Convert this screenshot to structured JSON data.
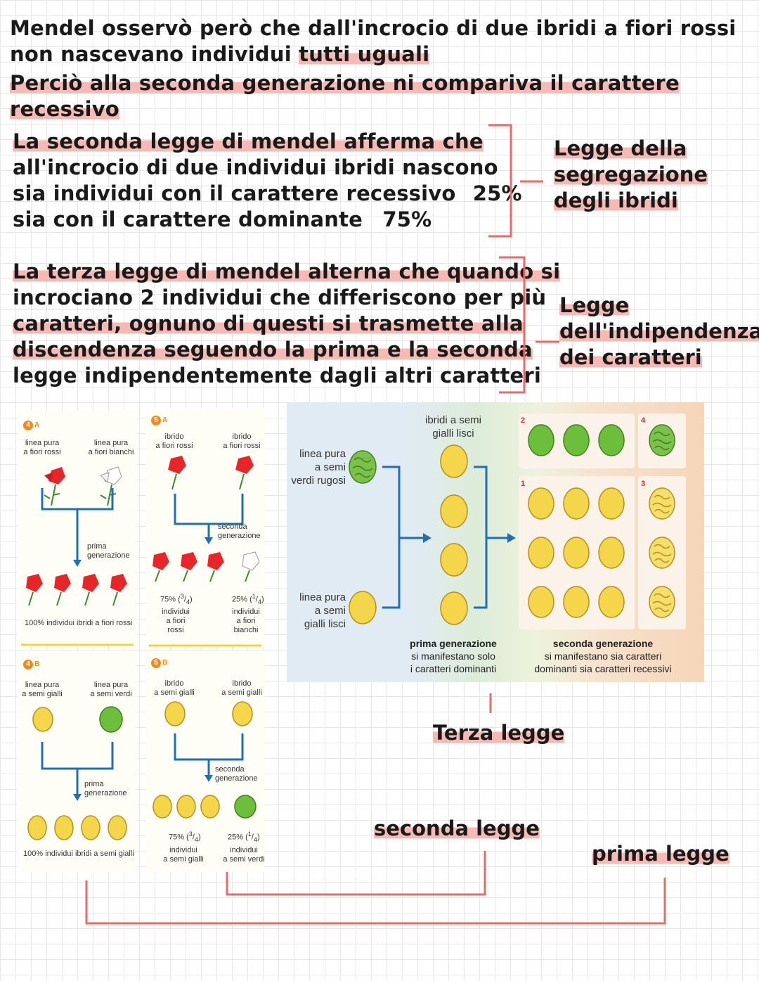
{
  "intro": {
    "line1": "Mendel osservò però che dall'incrocio di due ibridi a fiori rossi",
    "line2_plain": "non nascevano individui ",
    "line2_hl": "tutti uguali",
    "line3": "Perciò alla seconda generazione ni compariva il carattere",
    "line4": "recessivo"
  },
  "second_law": {
    "line1": "La seconda legge di mendel afferma che",
    "line2": "all'incrocio di due individui ibridi nascono",
    "line3": "sia individui con il carattere recessivo",
    "pct_recessive": "25%",
    "line4": "sia con il carattere dominante",
    "pct_dominant": "75%",
    "name_line1": "Legge della",
    "name_line2": "segregazione",
    "name_line3": "degli ibridi"
  },
  "third_law": {
    "line1": "La terza legge di mendel alterna che quando si",
    "line2": "incrociano 2 individui che differiscono per più",
    "line3": "caratteri, ognuno di questi si trasmette alla",
    "line4": "discendenza seguendo la prima e la seconda",
    "line5": "legge indipendentemente dagli altri caratteri",
    "name_line1": "Legge",
    "name_line2": "dell'indipendenza",
    "name_line3": "dei caratteri"
  },
  "labels": {
    "terza": "Terza legge",
    "seconda": "seconda legge",
    "prima": "prima legge"
  },
  "panel4A": {
    "badge": "4",
    "letter": "A",
    "left": "linea pura\na fiori rossi",
    "right": "linea pura\na fiori bianchi",
    "gen": "prima\ngenerazione",
    "result": "100% individui ibridi a fiori rossi"
  },
  "panel4B": {
    "badge": "4",
    "letter": "B",
    "left": "linea pura\na semi gialli",
    "right": "linea pura\na semi verdi",
    "gen": "prima\ngenerazione",
    "result": "100% individui ibridi a semi gialli"
  },
  "panel5A": {
    "badge": "5",
    "letter": "A",
    "left": "ibrido\na fiori rossi",
    "right": "ibrido\na fiori rossi",
    "gen": "seconda\ngenerazione",
    "left_pct": "75%",
    "right_pct": "25%",
    "left_desc": "individui\na fiori\nrossi",
    "right_desc": "individui\na fiori\nbianchi"
  },
  "panel5B": {
    "badge": "5",
    "letter": "B",
    "left": "ibrido\na semi gialli",
    "right": "ibrido\na semi gialli",
    "gen": "seconda\ngenerazione",
    "left_pct": "75%",
    "right_pct": "25%",
    "left_desc": "individui\na semi gialli",
    "right_desc": "individui\na semi verdi"
  },
  "fractions": {
    "three_quarters_num": "3",
    "three_quarters_den": "4",
    "one_quarter_num": "1",
    "one_quarter_den": "4"
  },
  "dihybrid": {
    "parent_top": "linea pura\na semi\nverdi rugosi",
    "parent_bottom": "linea pura\na semi\ngialli lisci",
    "hybrids": "ibridi a semi\ngialli lisci",
    "gen1_title": "prima generazione",
    "gen1_desc": "si manifestano solo\ni caratteri dominanti",
    "gen2_title": "seconda generazione",
    "gen2_desc": "si manifestano sia caratteri\ndominanti sia caratteri recessivi",
    "q1": "1",
    "q2": "2",
    "q3": "3",
    "q4": "4"
  },
  "colors": {
    "highlight": "#f6b9b4",
    "bracket": "#e86a6a",
    "yellow_seed": "#f5d64a",
    "green_seed": "#6bbf3a",
    "red_flower": "#e8262a",
    "orange_badge": "#f08a1c",
    "arrow_blue": "#1f6fb5"
  }
}
